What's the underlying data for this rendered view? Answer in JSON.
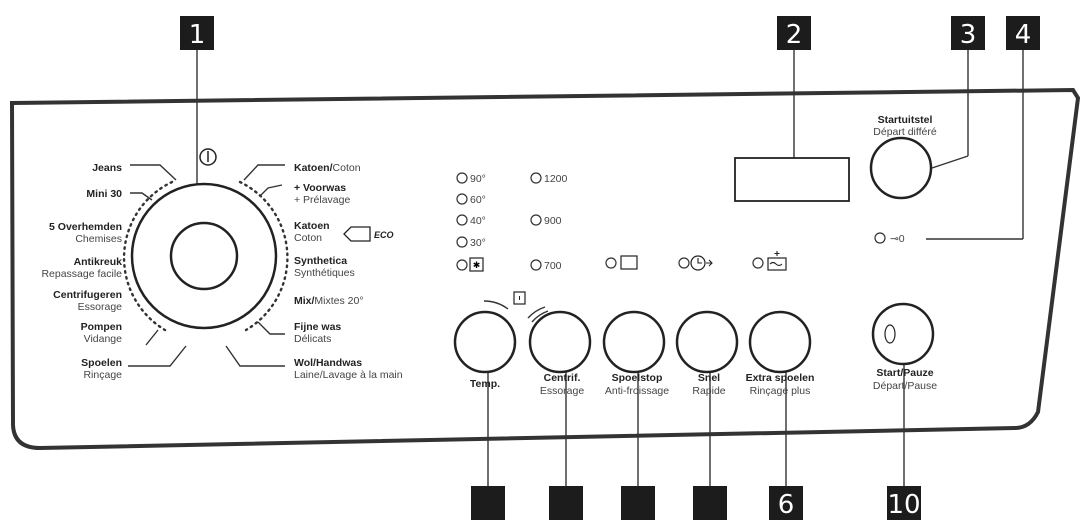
{
  "callouts": {
    "c1": "1",
    "c2": "2",
    "c3": "3",
    "c4": "4",
    "c6": "6",
    "c10": "10"
  },
  "program_dial": {
    "left": [
      {
        "main": "Jeans",
        "sub": ""
      },
      {
        "main": "Mini 30",
        "sub": ""
      },
      {
        "main": "5 Overhemden",
        "sub": "Chemises"
      },
      {
        "main": "Antikreuk",
        "sub": "Repassage facile"
      },
      {
        "main": "Centrifugeren",
        "sub": "Essorage"
      },
      {
        "main": "Pompen",
        "sub": "Vidange"
      },
      {
        "main": "Spoelen",
        "sub": "Rinçage"
      }
    ],
    "right": [
      {
        "main": "Katoen/",
        "main2": "Coton",
        "sub": ""
      },
      {
        "main": "+ Voorwas",
        "sub": "+ Prélavage"
      },
      {
        "main": "Katoen",
        "sub": "Coton",
        "eco": "ECO"
      },
      {
        "main": "Synthetica",
        "sub": "Synthétiques"
      },
      {
        "main": "Mix/",
        "main2": "Mixtes 20°",
        "sub": ""
      },
      {
        "main": "Fijne was",
        "sub": "Délicats"
      },
      {
        "main": "Wol/Handwas",
        "sub": "Laine/Lavage à la main"
      }
    ]
  },
  "temps": [
    "90°",
    "60°",
    "40°",
    "30°"
  ],
  "speeds": [
    "1200",
    "900",
    "700"
  ],
  "lock_label": "⊸0",
  "delay": {
    "nl": "Startuitstel",
    "fr": "Départ différé"
  },
  "buttons": [
    {
      "nl": "Temp.",
      "fr": ""
    },
    {
      "nl": "Centrif.",
      "fr": "Essorage"
    },
    {
      "nl": "Spoelstop",
      "fr": "Anti-froissage"
    },
    {
      "nl": "Snel",
      "fr": "Rapide"
    },
    {
      "nl": "Extra spoelen",
      "fr": "Rinçage plus"
    },
    {
      "nl": "Start/Pauze",
      "fr": "Départ/Pause"
    }
  ]
}
